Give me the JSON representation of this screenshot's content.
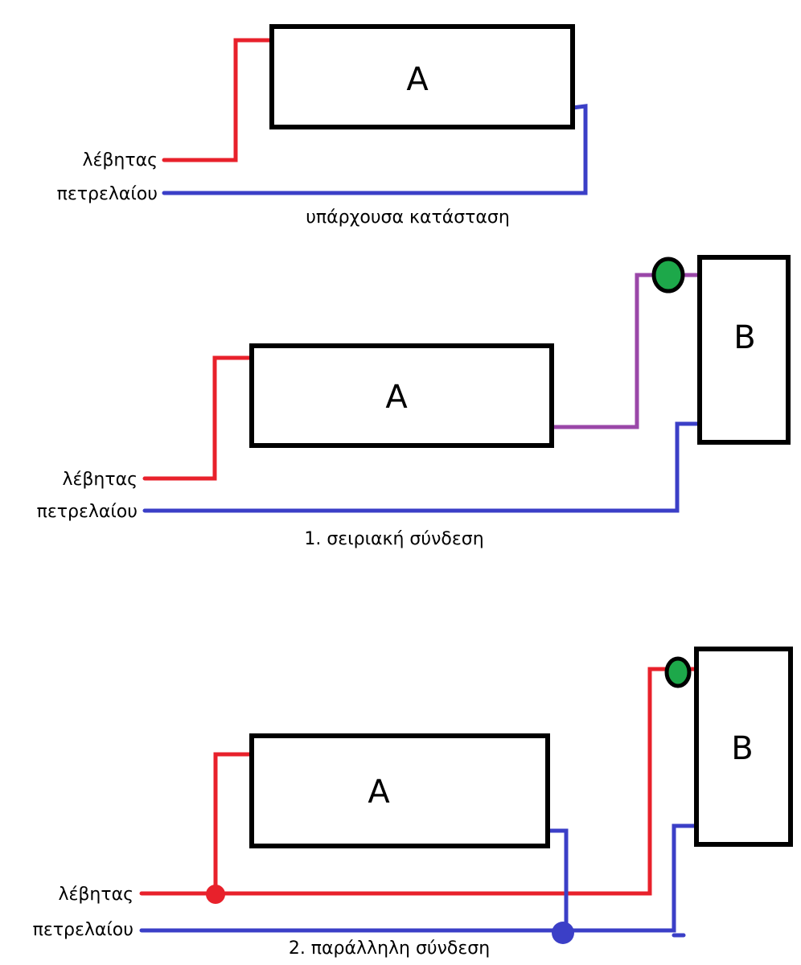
{
  "colors": {
    "supply": "#e8212b",
    "return": "#3b3fc7",
    "series_link": "#9a47a8",
    "valve": "#1da84a",
    "outline": "#000000"
  },
  "diagrams": [
    {
      "supply_label": "λέβητας",
      "return_label": "πετρελαίου",
      "caption": "υπάρχουσα κατάσταση",
      "boxes": [
        "A"
      ]
    },
    {
      "supply_label": "λέβητας",
      "return_label": "πετρελαίου",
      "caption": "1. σειριακή σύνδεση",
      "boxes": [
        "A",
        "B"
      ]
    },
    {
      "supply_label": "λέβητας",
      "return_label": "πετρελαίου",
      "caption": "2. παράλληλη σύνδεση",
      "boxes": [
        "A",
        "B"
      ]
    }
  ]
}
